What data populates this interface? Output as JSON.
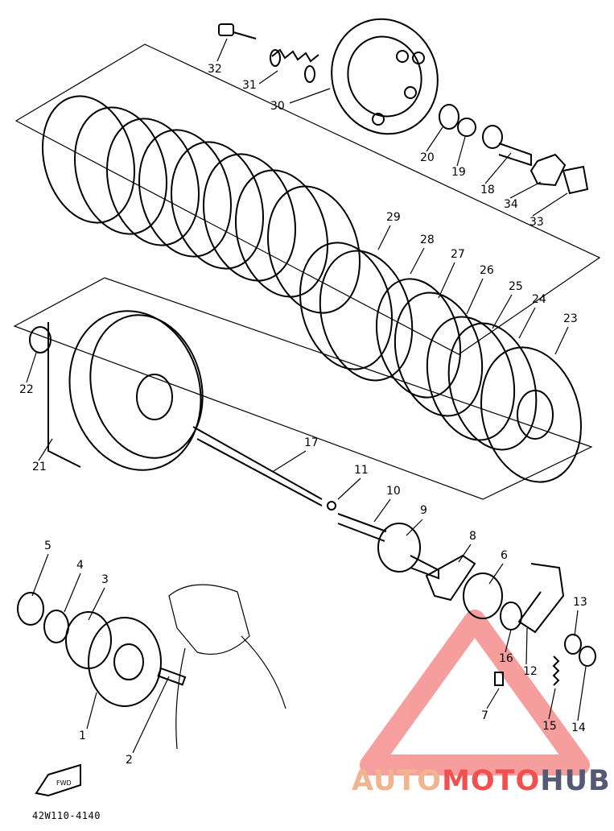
{
  "diagram": {
    "catalog_code": "42W110-4140",
    "fwd_arrow_label": "FWD",
    "callouts": [
      "1",
      "2",
      "3",
      "4",
      "5",
      "6",
      "7",
      "8",
      "9",
      "10",
      "11",
      "12",
      "13",
      "14",
      "15",
      "16",
      "17",
      "18",
      "19",
      "20",
      "21",
      "22",
      "23",
      "24",
      "25",
      "26",
      "27",
      "28",
      "29",
      "30",
      "31",
      "32",
      "33",
      "34"
    ]
  },
  "watermark": {
    "part1": "AUTO",
    "part2": "MOTO",
    "part3": "HUB",
    "colors": {
      "auto": "#f2b48e",
      "moto": "#f05050",
      "hub": "#555a72"
    }
  }
}
